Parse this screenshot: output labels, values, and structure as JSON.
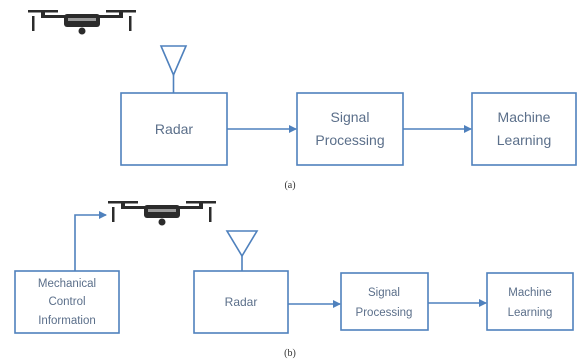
{
  "panel_a": {
    "radar": "Radar",
    "signal": [
      "Signal",
      "Processing"
    ],
    "ml": [
      "Machine",
      "Learning"
    ],
    "caption": "(a)",
    "drone_icon": "drone-icon",
    "antenna_icon": "antenna-icon"
  },
  "panel_b": {
    "mech": [
      "Mechanical",
      "Control",
      "Information"
    ],
    "radar": "Radar",
    "signal": [
      "Signal",
      "Processing"
    ],
    "ml": [
      "Machine",
      "Learning"
    ],
    "caption": "(b)",
    "drone_icon": "drone-icon",
    "antenna_icon": "antenna-icon"
  },
  "colors": {
    "line": "#4f81bd",
    "text": "#5b6f8a",
    "caption": "#333333"
  }
}
